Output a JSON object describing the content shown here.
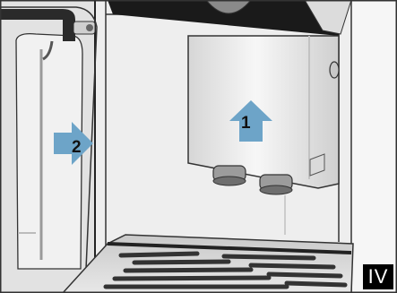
{
  "figure": {
    "step_1_label": "1",
    "step_2_label": "2",
    "panel_label": "IV",
    "arrow_color": "#6da4c8",
    "machine_body_color": "#e9e9e9",
    "dark_panel_color": "#1a1a1a"
  }
}
